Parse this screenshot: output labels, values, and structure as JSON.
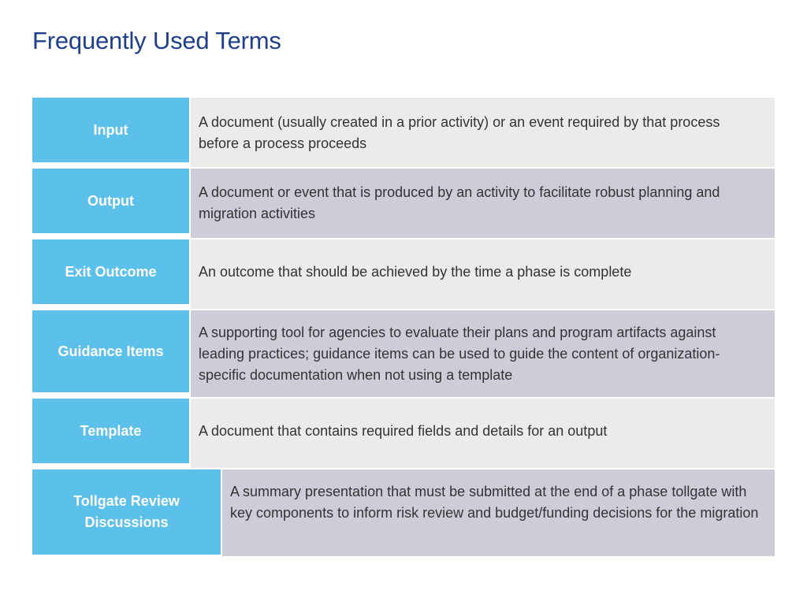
{
  "title": "Frequently Used Terms",
  "rows": [
    {
      "term": "Input",
      "definition": "A document (usually created in a prior activity) or an event required by that process before a process proceeds"
    },
    {
      "term": "Output",
      "definition": "A document or event that is produced by an activity to facilitate robust planning and migration activities"
    },
    {
      "term": "Exit Outcome",
      "definition": "An outcome that should be achieved by the time a phase is complete"
    },
    {
      "term": "Guidance Items",
      "definition": "A supporting tool for agencies to evaluate their plans and program artifacts against leading practices; guidance items can be used to guide the content of organization-specific documentation when not using a template"
    },
    {
      "term": "Template",
      "definition": "A document that contains required fields and details for an output"
    },
    {
      "term": "Tollgate Review Discussions",
      "definition": "A summary presentation that must be submitted at the end of a phase tollgate with key components to inform risk review and budget/funding decisions for the migration"
    }
  ],
  "colors": {
    "title": "#1f3f8a",
    "term_bg": "#5bc0ea",
    "def_light": "#ebebeb",
    "def_dark": "#cccdd8"
  }
}
